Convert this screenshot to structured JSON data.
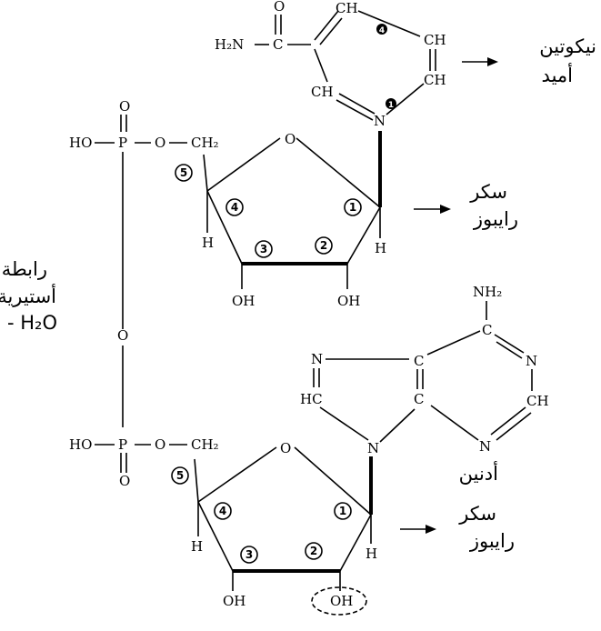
{
  "labels": {
    "nicotinamide_line1": "نيكوتين",
    "nicotinamide_line2": "أميد",
    "ribose1_line1": "سكر",
    "ribose1_line2": "رايبوز",
    "ester_line1": "رابطة",
    "ester_line2": "أستيرية",
    "ester_line3": "- H₂O",
    "adenine": "أدنين",
    "ribose2_line1": "سكر",
    "ribose2_line2": "رايبوز"
  },
  "atoms": {
    "h2n": "H₂N",
    "amide_c": "C",
    "amide_o": "O",
    "ring_ch": "CH",
    "ch_top": "CH",
    "ch_right1": "CH",
    "ch_right2": "CH",
    "n_plus": "N",
    "ho": "HO",
    "p": "P",
    "o": "O",
    "ch2": "CH₂",
    "h": "H",
    "oh": "OH",
    "nh2": "NH₂",
    "n": "N",
    "c": "C",
    "hc": "HC",
    "ch": "CH"
  },
  "circled_numbers": [
    "1",
    "2",
    "3",
    "4",
    "5"
  ],
  "ring_markers": [
    "1",
    "4"
  ]
}
